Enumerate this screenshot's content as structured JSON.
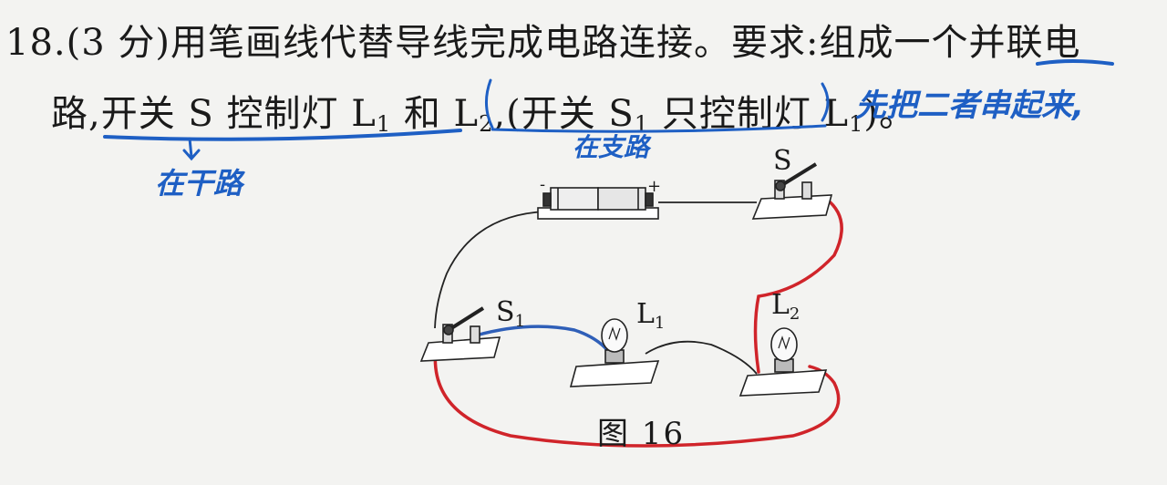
{
  "question": {
    "line1": "18.(3 分)用笔画线代替导线完成电路连接。要求:组成一个并联电",
    "line2_pre": "路,开关 S 控制灯 L",
    "line2_sub1": "1",
    "line2_mid": " 和 L",
    "line2_sub2": "2",
    "line2_mid2": ",(开关 S",
    "line2_sub3": "1",
    "line2_mid3": " 只控制灯 L",
    "line2_sub4": "1",
    "line2_end": ")。"
  },
  "annotations": {
    "series_note": "先把二者串起来,",
    "trunk_note": "在干路",
    "branch_note": "在支路"
  },
  "figure": {
    "caption": "图 16",
    "battery_minus": "-",
    "battery_plus": "+",
    "switch_s": "S",
    "switch_s1": "S",
    "switch_s1_sub": "1",
    "lamp_l1": "L",
    "lamp_l1_sub": "1",
    "lamp_l2": "L",
    "lamp_l2_sub": "2"
  },
  "colors": {
    "ink": "#1a1a1a",
    "pen_blue": "#1e5fc4",
    "wire_red": "#d0242a",
    "wire_blue": "#2f5fb8"
  }
}
